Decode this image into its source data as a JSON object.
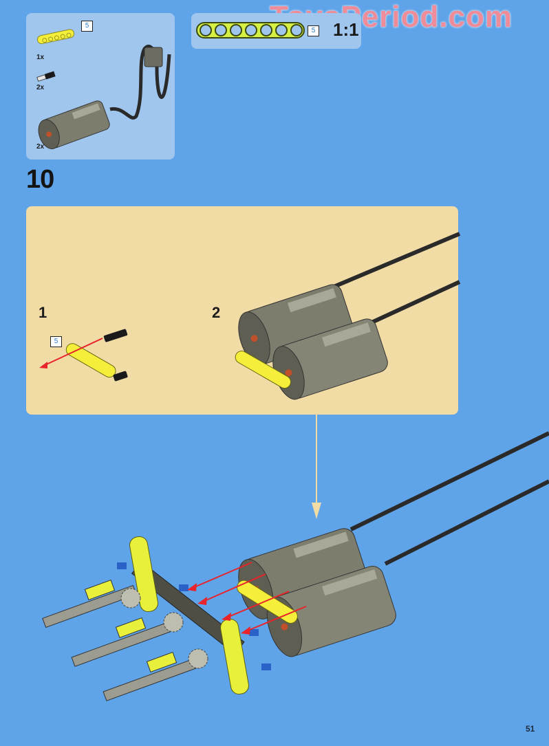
{
  "watermark": "ToysPeriod.com",
  "parts_list": {
    "items": [
      {
        "name": "yellow-liftarm-5",
        "length_label": "5",
        "quantity": "1x"
      },
      {
        "name": "black-axle-pin",
        "quantity": "2x"
      },
      {
        "name": "power-functions-m-motor",
        "quantity": "2x"
      }
    ]
  },
  "subassembly_parts": {
    "item": "lime-liftarm-7",
    "length_label": "5",
    "reference": "1:1"
  },
  "step": {
    "number": "10",
    "substeps": [
      {
        "number": "1",
        "length_label": "5"
      },
      {
        "number": "2"
      }
    ]
  },
  "page_number": "51",
  "colors": {
    "page_background": "#5fa4e8",
    "parts_panel": "#a0c6ee",
    "substep_panel": "#f2dca6",
    "arrow_red": "#e8242a",
    "yellow_part": "#f5ef3c",
    "lime_part": "#d6f046",
    "motor_grey": "#7d7d6e"
  }
}
